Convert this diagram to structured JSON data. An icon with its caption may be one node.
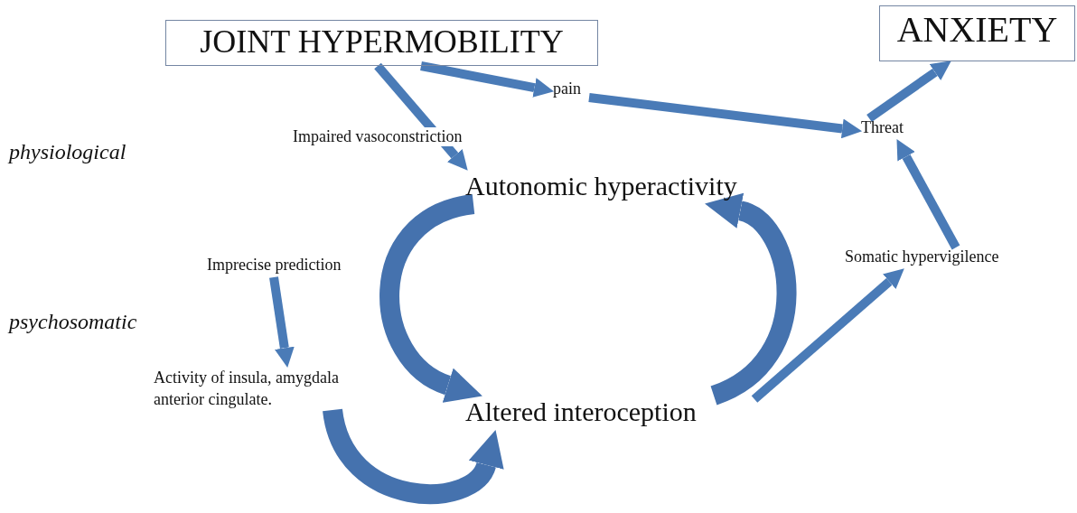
{
  "diagram": {
    "nodes": [
      {
        "text": [
          "JOINT HYPERMOBILITY"
        ]
      },
      {
        "text": [
          "ANXIETY"
        ]
      },
      {
        "text": [
          "pain"
        ]
      },
      {
        "text": [
          "Threat"
        ]
      },
      {
        "text": [
          "Autonomic hyperactivity"
        ]
      },
      {
        "text": [
          "Somatic hypervigilence"
        ]
      },
      {
        "text": [
          "Imprecise prediction"
        ]
      },
      {
        "text": [
          "Activity of insula, amygdala anterior cingulate."
        ]
      },
      {
        "text": [
          "Altered interoception"
        ]
      }
    ],
    "edges": [
      {
        "from": 0,
        "to": 2,
        "arrow": "to"
      },
      {
        "from": 0,
        "to": 4,
        "arrow": "to",
        "label": "Impaired vasoconstriction"
      },
      {
        "from": 2,
        "to": 3,
        "arrow": "to"
      },
      {
        "from": 3,
        "to": 1,
        "arrow": "to"
      },
      {
        "from": 5,
        "to": 3,
        "arrow": "to"
      },
      {
        "from": 8,
        "to": 5,
        "arrow": "to"
      },
      {
        "from": 4,
        "to": 8,
        "arrow": "to",
        "style": "thick"
      },
      {
        "from": 8,
        "to": 4,
        "arrow": "to",
        "style": "thick"
      },
      {
        "from": 6,
        "to": 7,
        "arrow": "to"
      },
      {
        "from": 7,
        "to": 8,
        "arrow": "to",
        "style": "thick"
      }
    ],
    "labels": [
      "physiological",
      "psychosomatic"
    ]
  }
}
